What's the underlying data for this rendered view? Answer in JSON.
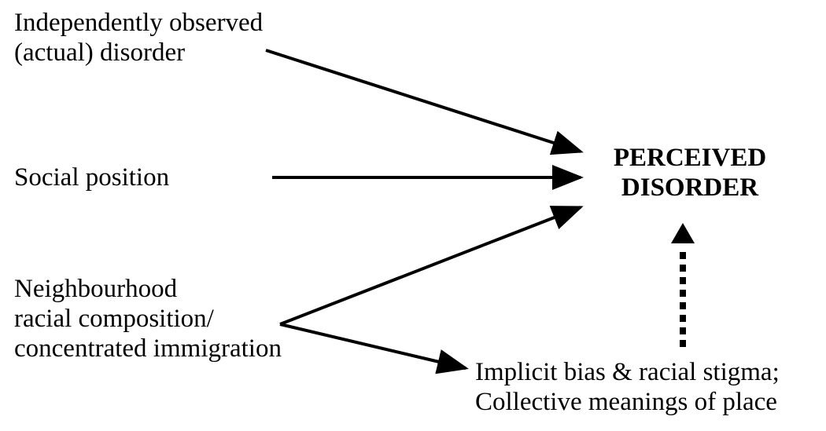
{
  "nodes": {
    "observed_disorder": {
      "line1": "Independently observed",
      "line2": "(actual) disorder"
    },
    "social_position": {
      "line1": "Social position"
    },
    "neighbourhood": {
      "line1": "Neighbourhood",
      "line2": "racial composition/",
      "line3": "concentrated immigration"
    },
    "perceived_disorder": {
      "line1": "PERCEIVED",
      "line2": "DISORDER"
    },
    "implicit_bias": {
      "line1": "Implicit bias & racial stigma;",
      "line2": "Collective meanings of place"
    }
  },
  "edges": [
    {
      "from": "observed_disorder",
      "to": "perceived_disorder",
      "style": "solid"
    },
    {
      "from": "social_position",
      "to": "perceived_disorder",
      "style": "solid"
    },
    {
      "from": "neighbourhood",
      "to": "perceived_disorder",
      "style": "solid"
    },
    {
      "from": "neighbourhood",
      "to": "implicit_bias",
      "style": "solid"
    },
    {
      "from": "implicit_bias",
      "to": "perceived_disorder",
      "style": "dotted"
    }
  ],
  "colors": {
    "text": "#000000",
    "arrow": "#000000",
    "background": "#ffffff"
  }
}
